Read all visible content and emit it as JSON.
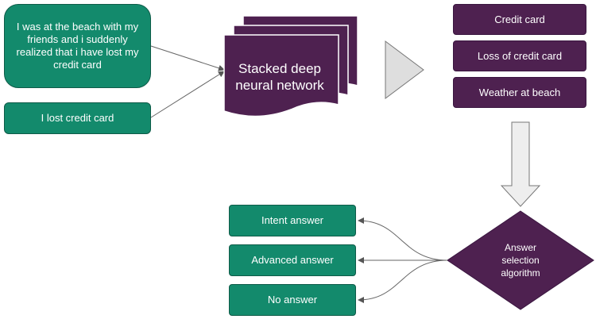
{
  "inputs": {
    "long_query": "I was at the beach with my friends and i suddenly realized that i have lost my credit card",
    "short_query": "I lost credit card"
  },
  "model": {
    "line1": "Stacked deep",
    "line2": "neural network"
  },
  "classes": [
    "Credit card",
    "Loss of credit card",
    "Weather at beach"
  ],
  "selector": {
    "line1": "Answer",
    "line2": "selection",
    "line3": "algorithm"
  },
  "answers": [
    "Intent answer",
    "Advanced answer",
    "No answer"
  ],
  "colors": {
    "green": "#138a6c",
    "purple": "#4e2150",
    "arrow_gray": "#e6e6e6"
  }
}
